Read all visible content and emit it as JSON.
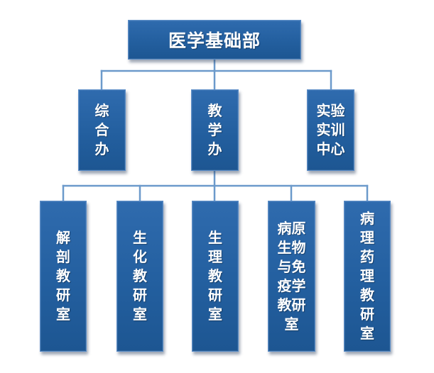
{
  "chart": {
    "root": {
      "label": "医学基础部"
    },
    "second_level": [
      {
        "label": "综合办"
      },
      {
        "label": "教学办"
      },
      {
        "label": "实验实训中心"
      }
    ],
    "third_level": [
      {
        "label": "解剖教研室"
      },
      {
        "label": "生化教研室"
      },
      {
        "label": "生理教研室"
      },
      {
        "label": "病原生物与免疫学教研室"
      },
      {
        "label": "病理药理教研室"
      }
    ]
  },
  "colors": {
    "box_fill": "#235f9f",
    "box_border": "#5d8ec8",
    "connector": "#6c9acb",
    "text": "#ffffff",
    "background": "#ffffff"
  }
}
